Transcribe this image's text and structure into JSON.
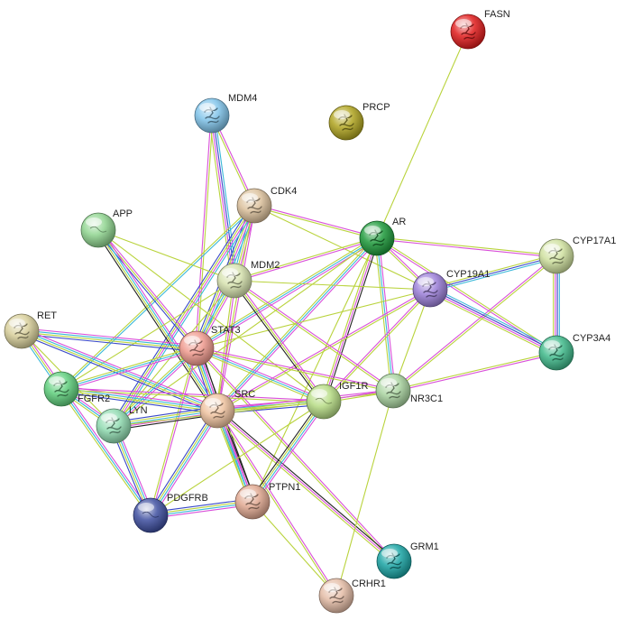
{
  "network": {
    "nodes": [
      {
        "id": "FASN",
        "label": "FASN",
        "color": "#e01b1b",
        "structure": true
      },
      {
        "id": "PRCP",
        "label": "PRCP",
        "color": "#b0a420",
        "structure": true
      },
      {
        "id": "MDM4",
        "label": "MDM4",
        "color": "#7fc3ea",
        "structure": true
      },
      {
        "id": "CDK4",
        "label": "CDK4",
        "color": "#dcc19c",
        "structure": true
      },
      {
        "id": "APP",
        "label": "APP",
        "color": "#8fd58f",
        "structure": false
      },
      {
        "id": "AR",
        "label": "AR",
        "color": "#1d9a3a",
        "structure": true
      },
      {
        "id": "CYP17A1",
        "label": "CYP17A1",
        "color": "#cfe09e",
        "structure": true
      },
      {
        "id": "MDM2",
        "label": "MDM2",
        "color": "#d6e2ae",
        "structure": true
      },
      {
        "id": "CYP19A1",
        "label": "CYP19A1",
        "color": "#9b7fd8",
        "structure": true
      },
      {
        "id": "RET",
        "label": "RET",
        "color": "#d8cf9a",
        "structure": true
      },
      {
        "id": "STAT3",
        "label": "STAT3",
        "color": "#f09a8e",
        "structure": true
      },
      {
        "id": "CYP3A4",
        "label": "CYP3A4",
        "color": "#3fb98a",
        "structure": true
      },
      {
        "id": "FGFR2",
        "label": "FGFR2",
        "color": "#5fcf7c",
        "structure": true
      },
      {
        "id": "IGF1R",
        "label": "IGF1R",
        "color": "#b6dc84",
        "structure": false
      },
      {
        "id": "NR3C1",
        "label": "NR3C1",
        "color": "#a9d4a0",
        "structure": true
      },
      {
        "id": "SRC",
        "label": "SRC",
        "color": "#efc29e",
        "structure": true
      },
      {
        "id": "LYN",
        "label": "LYN",
        "color": "#8fdab0",
        "structure": true
      },
      {
        "id": "PTPN1",
        "label": "PTPN1",
        "color": "#e0a890",
        "structure": true
      },
      {
        "id": "PDGFRB",
        "label": "PDGFRB",
        "color": "#3e4fa0",
        "structure": false
      },
      {
        "id": "GRM1",
        "label": "GRM1",
        "color": "#1aa4a4",
        "structure": true
      },
      {
        "id": "CRHR1",
        "label": "CRHR1",
        "color": "#e4bca6",
        "structure": true
      }
    ],
    "edge_colors": {
      "co_expression": "#222222",
      "text_mining": "#b9d33c",
      "experiments": "#d94fd9",
      "databases": "#39b8d8",
      "co_occurrence": "#3848c8",
      "neighborhood": "#2ca02c"
    },
    "edges": [
      {
        "source": "FASN",
        "target": "AR",
        "evidence": [
          "text_mining"
        ]
      },
      {
        "source": "MDM4",
        "target": "MDM2",
        "evidence": [
          "databases",
          "co_occurrence",
          "experiments",
          "text_mining"
        ]
      },
      {
        "source": "MDM4",
        "target": "CDK4",
        "evidence": [
          "experiments",
          "text_mining"
        ]
      },
      {
        "source": "MDM4",
        "target": "STAT3",
        "evidence": [
          "text_mining",
          "experiments"
        ]
      },
      {
        "source": "CDK4",
        "target": "MDM2",
        "evidence": [
          "experiments",
          "text_mining",
          "databases"
        ]
      },
      {
        "source": "CDK4",
        "target": "AR",
        "evidence": [
          "experiments",
          "text_mining"
        ]
      },
      {
        "source": "CDK4",
        "target": "STAT3",
        "evidence": [
          "databases",
          "experiments",
          "text_mining",
          "co_occurrence"
        ]
      },
      {
        "source": "CDK4",
        "target": "SRC",
        "evidence": [
          "experiments",
          "text_mining"
        ]
      },
      {
        "source": "CDK4",
        "target": "LYN",
        "evidence": [
          "databases",
          "experiments",
          "text_mining",
          "co_occurrence"
        ]
      },
      {
        "source": "CDK4",
        "target": "FGFR2",
        "evidence": [
          "databases",
          "text_mining"
        ]
      },
      {
        "source": "CDK4",
        "target": "CYP19A1",
        "evidence": [
          "text_mining"
        ]
      },
      {
        "source": "APP",
        "target": "STAT3",
        "evidence": [
          "experiments",
          "text_mining",
          "co_occurrence"
        ]
      },
      {
        "source": "APP",
        "target": "SRC",
        "evidence": [
          "experiments",
          "databases",
          "text_mining",
          "co_expression"
        ]
      },
      {
        "source": "APP",
        "target": "MDM2",
        "evidence": [
          "text_mining"
        ]
      },
      {
        "source": "APP",
        "target": "IGF1R",
        "evidence": [
          "text_mining"
        ]
      },
      {
        "source": "AR",
        "target": "CYP19A1",
        "evidence": [
          "experiments",
          "text_mining"
        ]
      },
      {
        "source": "AR",
        "target": "CYP17A1",
        "evidence": [
          "text_mining",
          "experiments"
        ]
      },
      {
        "source": "AR",
        "target": "CYP3A4",
        "evidence": [
          "text_mining",
          "experiments"
        ]
      },
      {
        "source": "AR",
        "target": "MDM2",
        "evidence": [
          "experiments",
          "text_mining"
        ]
      },
      {
        "source": "AR",
        "target": "STAT3",
        "evidence": [
          "experiments",
          "databases",
          "text_mining"
        ]
      },
      {
        "source": "AR",
        "target": "SRC",
        "evidence": [
          "experiments",
          "databases",
          "text_mining"
        ]
      },
      {
        "source": "AR",
        "target": "IGF1R",
        "evidence": [
          "co_expression",
          "experiments",
          "text_mining"
        ]
      },
      {
        "source": "AR",
        "target": "NR3C1",
        "evidence": [
          "experiments",
          "databases",
          "text_mining"
        ]
      },
      {
        "source": "AR",
        "target": "LYN",
        "evidence": [
          "text_mining"
        ]
      },
      {
        "source": "AR",
        "target": "PTPN1",
        "evidence": [
          "text_mining"
        ]
      },
      {
        "source": "CYP17A1",
        "target": "CYP19A1",
        "evidence": [
          "databases",
          "co_occurrence",
          "text_mining"
        ]
      },
      {
        "source": "CYP17A1",
        "target": "CYP3A4",
        "evidence": [
          "databases",
          "co_occurrence",
          "experiments",
          "text_mining"
        ]
      },
      {
        "source": "CYP17A1",
        "target": "NR3C1",
        "evidence": [
          "text_mining",
          "experiments"
        ]
      },
      {
        "source": "CYP19A1",
        "target": "CYP3A4",
        "evidence": [
          "databases",
          "co_occurrence",
          "experiments",
          "text_mining"
        ]
      },
      {
        "source": "CYP19A1",
        "target": "MDM2",
        "evidence": [
          "text_mining"
        ]
      },
      {
        "source": "CYP19A1",
        "target": "IGF1R",
        "evidence": [
          "text_mining",
          "experiments"
        ]
      },
      {
        "source": "CYP19A1",
        "target": "NR3C1",
        "evidence": [
          "text_mining"
        ]
      },
      {
        "source": "CYP19A1",
        "target": "SRC",
        "evidence": [
          "text_mining",
          "experiments"
        ]
      },
      {
        "source": "CYP19A1",
        "target": "STAT3",
        "evidence": [
          "text_mining"
        ]
      },
      {
        "source": "CYP3A4",
        "target": "NR3C1",
        "evidence": [
          "experiments",
          "text_mining"
        ]
      },
      {
        "source": "MDM2",
        "target": "STAT3",
        "evidence": [
          "experiments",
          "text_mining",
          "databases"
        ]
      },
      {
        "source": "MDM2",
        "target": "SRC",
        "evidence": [
          "experiments",
          "text_mining"
        ]
      },
      {
        "source": "MDM2",
        "target": "IGF1R",
        "evidence": [
          "experiments",
          "text_mining",
          "co_expression"
        ]
      },
      {
        "source": "MDM2",
        "target": "NR3C1",
        "evidence": [
          "experiments",
          "text_mining"
        ]
      },
      {
        "source": "MDM2",
        "target": "LYN",
        "evidence": [
          "text_mining"
        ]
      },
      {
        "source": "MDM2",
        "target": "FGFR2",
        "evidence": [
          "text_mining"
        ]
      },
      {
        "source": "RET",
        "target": "STAT3",
        "evidence": [
          "experiments",
          "databases",
          "text_mining",
          "co_occurrence"
        ]
      },
      {
        "source": "RET",
        "target": "SRC",
        "evidence": [
          "experiments",
          "databases",
          "text_mining",
          "co_occurrence"
        ]
      },
      {
        "source": "RET",
        "target": "FGFR2",
        "evidence": [
          "experiments",
          "text_mining",
          "databases"
        ]
      },
      {
        "source": "RET",
        "target": "LYN",
        "evidence": [
          "text_mining"
        ]
      },
      {
        "source": "STAT3",
        "target": "SRC",
        "evidence": [
          "co_expression",
          "experiments",
          "databases",
          "text_mining",
          "co_occurrence"
        ]
      },
      {
        "source": "STAT3",
        "target": "FGFR2",
        "evidence": [
          "experiments",
          "databases",
          "text_mining"
        ]
      },
      {
        "source": "STAT3",
        "target": "LYN",
        "evidence": [
          "experiments",
          "databases",
          "text_mining"
        ]
      },
      {
        "source": "STAT3",
        "target": "IGF1R",
        "evidence": [
          "experiments",
          "databases",
          "text_mining"
        ]
      },
      {
        "source": "STAT3",
        "target": "NR3C1",
        "evidence": [
          "experiments",
          "text_mining"
        ]
      },
      {
        "source": "STAT3",
        "target": "PTPN1",
        "evidence": [
          "co_expression",
          "experiments",
          "databases",
          "text_mining"
        ]
      },
      {
        "source": "STAT3",
        "target": "PDGFRB",
        "evidence": [
          "experiments",
          "text_mining"
        ]
      },
      {
        "source": "STAT3",
        "target": "GRM1",
        "evidence": [
          "experiments",
          "text_mining"
        ]
      },
      {
        "source": "FGFR2",
        "target": "SRC",
        "evidence": [
          "experiments",
          "databases",
          "text_mining",
          "co_occurrence"
        ]
      },
      {
        "source": "FGFR2",
        "target": "LYN",
        "evidence": [
          "experiments",
          "databases",
          "text_mining"
        ]
      },
      {
        "source": "FGFR2",
        "target": "IGF1R",
        "evidence": [
          "experiments",
          "text_mining"
        ]
      },
      {
        "source": "FGFR2",
        "target": "PDGFRB",
        "evidence": [
          "experiments",
          "databases",
          "text_mining"
        ]
      },
      {
        "source": "SRC",
        "target": "LYN",
        "evidence": [
          "co_expression",
          "experiments",
          "databases",
          "text_mining",
          "co_occurrence"
        ]
      },
      {
        "source": "SRC",
        "target": "IGF1R",
        "evidence": [
          "experiments",
          "databases",
          "text_mining",
          "co_occurrence"
        ]
      },
      {
        "source": "SRC",
        "target": "NR3C1",
        "evidence": [
          "experiments",
          "text_mining"
        ]
      },
      {
        "source": "SRC",
        "target": "PTPN1",
        "evidence": [
          "co_expression",
          "experiments",
          "databases",
          "text_mining"
        ]
      },
      {
        "source": "SRC",
        "target": "PDGFRB",
        "evidence": [
          "experiments",
          "databases",
          "text_mining",
          "co_occurrence"
        ]
      },
      {
        "source": "SRC",
        "target": "GRM1",
        "evidence": [
          "co_expression",
          "experiments",
          "text_mining"
        ]
      },
      {
        "source": "SRC",
        "target": "CRHR1",
        "evidence": [
          "experiments",
          "text_mining"
        ]
      },
      {
        "source": "LYN",
        "target": "PDGFRB",
        "evidence": [
          "experiments",
          "databases",
          "text_mining",
          "co_occurrence"
        ]
      },
      {
        "source": "LYN",
        "target": "IGF1R",
        "evidence": [
          "text_mining"
        ]
      },
      {
        "source": "IGF1R",
        "target": "NR3C1",
        "evidence": [
          "experiments",
          "text_mining"
        ]
      },
      {
        "source": "IGF1R",
        "target": "PTPN1",
        "evidence": [
          "experiments",
          "databases",
          "text_mining",
          "co_expression"
        ]
      },
      {
        "source": "IGF1R",
        "target": "PDGFRB",
        "evidence": [
          "text_mining"
        ]
      },
      {
        "source": "NR3C1",
        "target": "CRHR1",
        "evidence": [
          "text_mining"
        ]
      },
      {
        "source": "PTPN1",
        "target": "PDGFRB",
        "evidence": [
          "experiments",
          "databases",
          "text_mining",
          "co_occurrence"
        ]
      },
      {
        "source": "PTPN1",
        "target": "CRHR1",
        "evidence": [
          "text_mining"
        ]
      }
    ]
  }
}
